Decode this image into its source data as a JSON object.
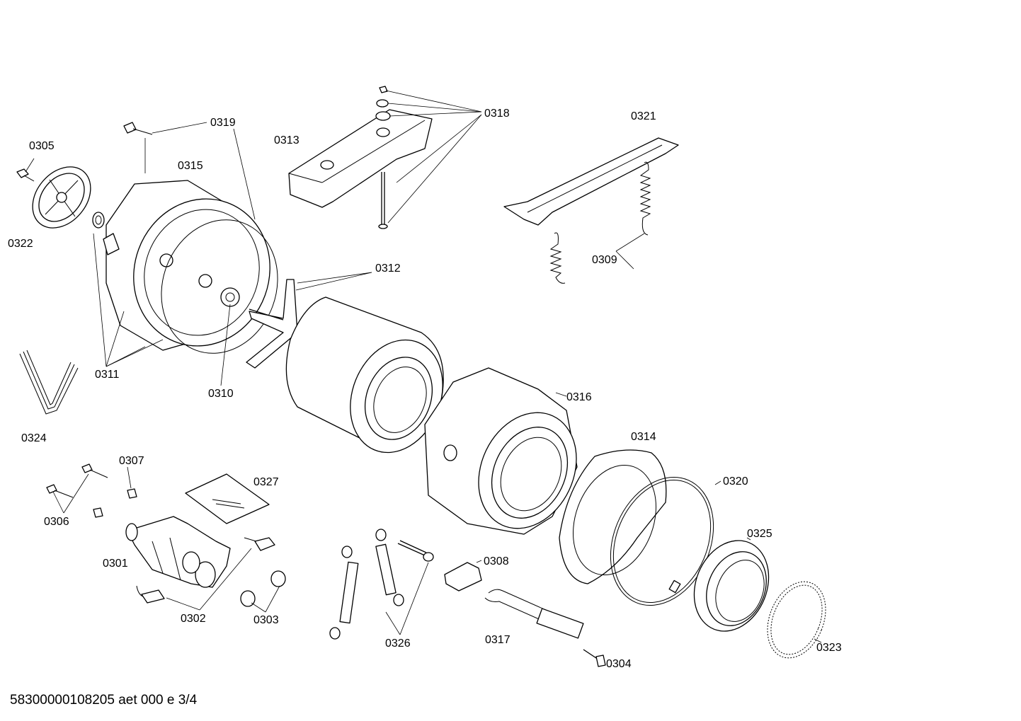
{
  "footer": {
    "document_code": "58300000108205 aet 000 e 3/4"
  },
  "callouts": {
    "p0301": "0301",
    "p0302": "0302",
    "p0303": "0303",
    "p0304": "0304",
    "p0305": "0305",
    "p0306": "0306",
    "p0307": "0307",
    "p0308": "0308",
    "p0309": "0309",
    "p0310": "0310",
    "p0311": "0311",
    "p0312": "0312",
    "p0313": "0313",
    "p0314": "0314",
    "p0315": "0315",
    "p0316": "0316",
    "p0317": "0317",
    "p0318": "0318",
    "p0319": "0319",
    "p0320": "0320",
    "p0321": "0321",
    "p0322": "0322",
    "p0323": "0323",
    "p0324": "0324",
    "p0325": "0325",
    "p0326": "0326",
    "p0327": "0327"
  },
  "colors": {
    "line": "#000000",
    "background": "#ffffff"
  }
}
